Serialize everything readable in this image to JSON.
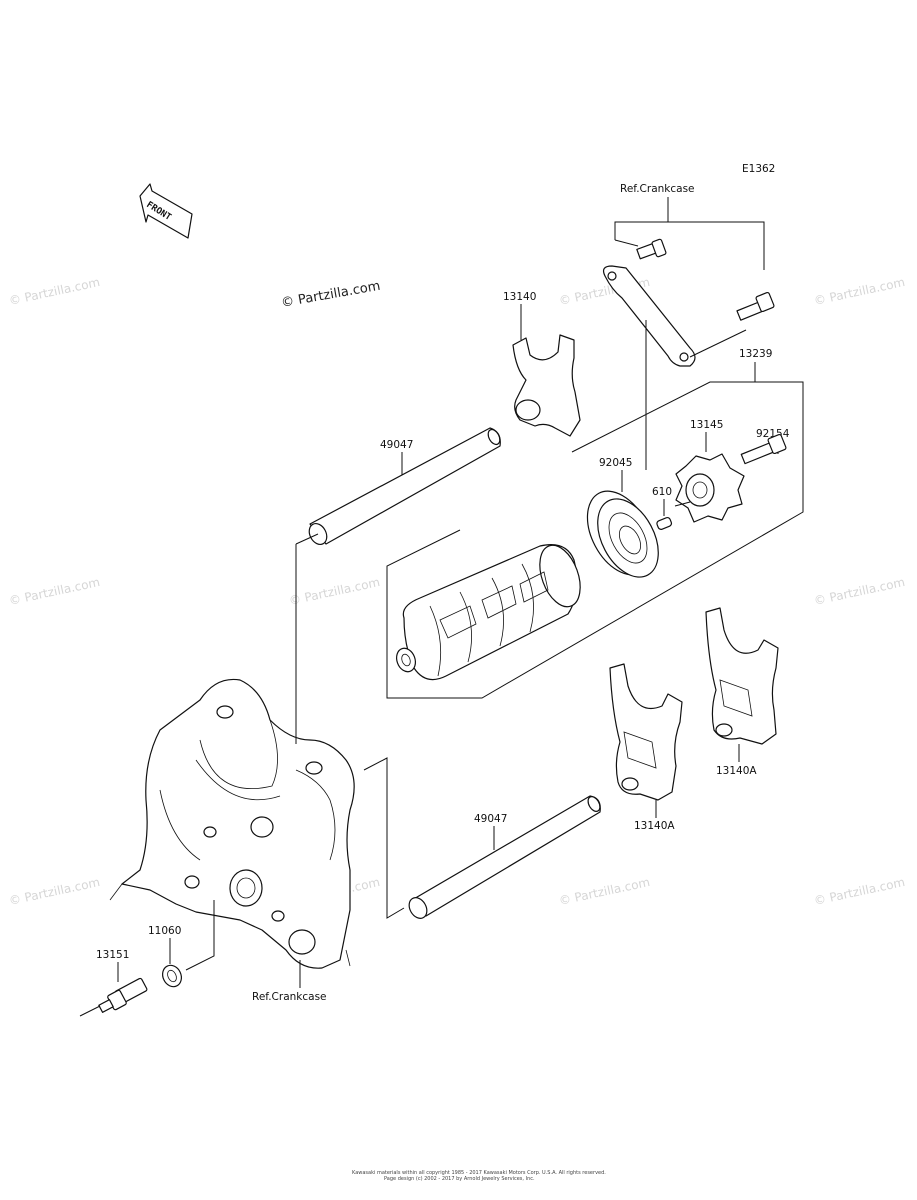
{
  "diagram_code": "E1362",
  "front_arrow_label": "FRONT",
  "watermark_main": "© Partzilla.com",
  "watermark_faint": "© Partzilla.com",
  "ref_top": "Ref.Crankcase",
  "ref_bottom": "Ref.Crankcase",
  "parts": {
    "p13140": "13140",
    "p49047_top": "49047",
    "p13239": "13239",
    "p92154": "92154",
    "p13145": "13145",
    "p92045": "92045",
    "p610": "610",
    "p13140A_right": "13140A",
    "p13140A_mid": "13140A",
    "p49047_bottom": "49047",
    "p11060": "11060",
    "p13151": "13151"
  },
  "footer_line1": "Kawasaki materials within all copyright 1985 - 2017 Kawasaki Motors Corp. U.S.A. All rights reserved.",
  "footer_line2": "Page design (c) 2002 - 2017 by Arnold Jewelry Services, Inc."
}
